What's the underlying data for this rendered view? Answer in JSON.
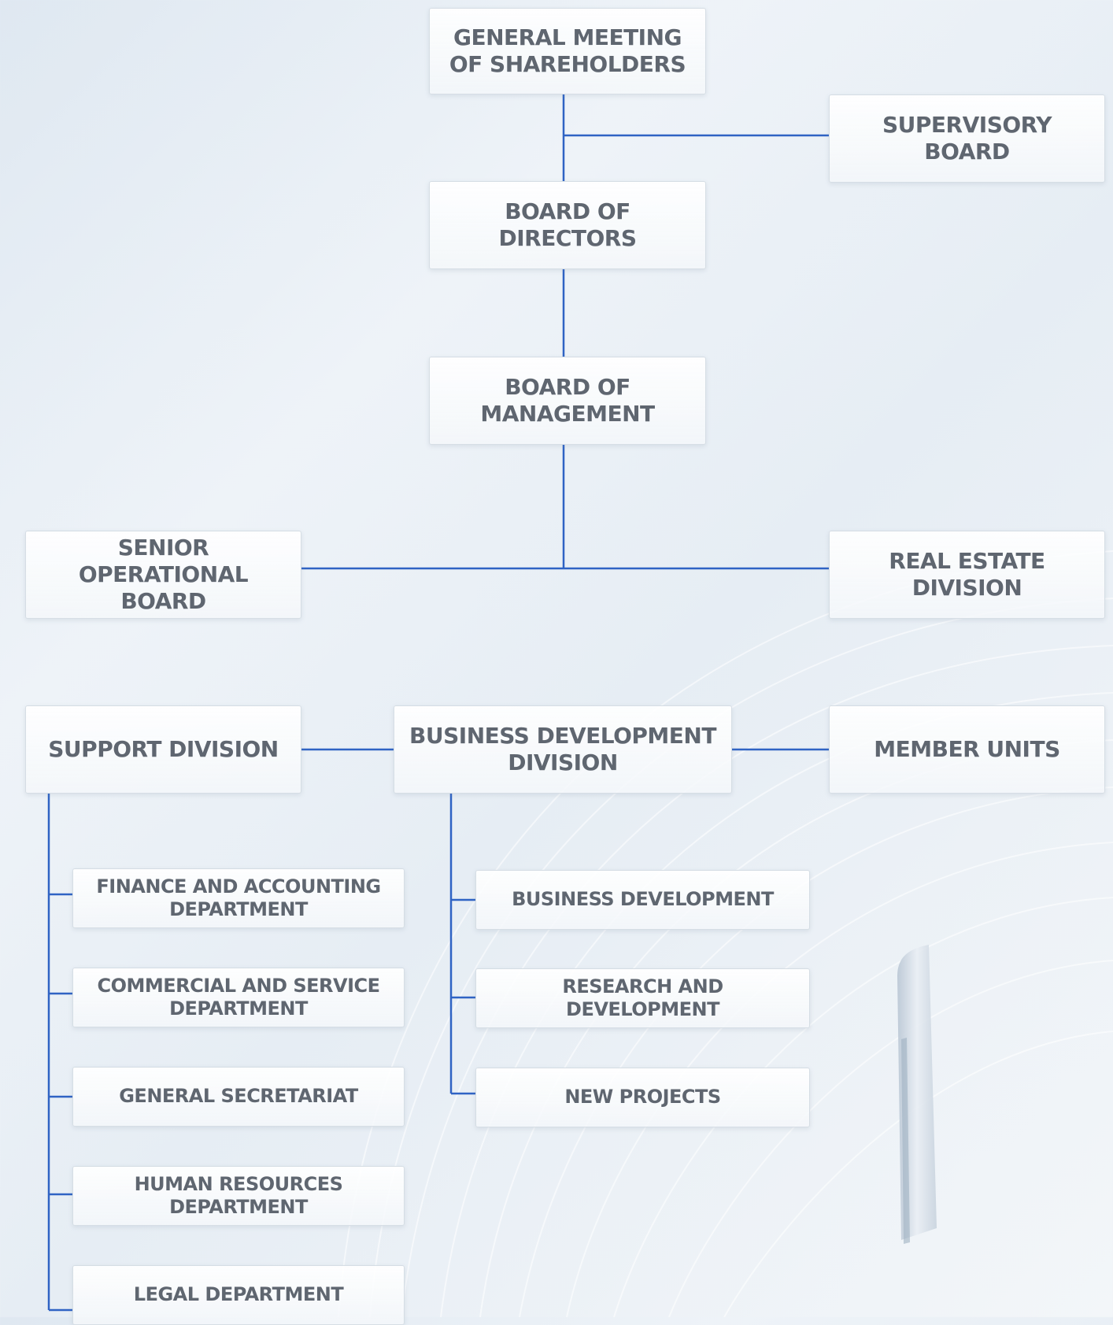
{
  "org_chart": {
    "general_meeting": "GENERAL MEETING\nOF SHAREHOLDERS",
    "supervisory_board": "SUPERVISORY\nBOARD",
    "board_of_directors": "BOARD OF\nDIRECTORS",
    "board_of_management": "BOARD OF\nMANAGEMENT",
    "senior_operational_board": "SENIOR OPERATIONAL\nBOARD",
    "real_estate_division": "REAL ESTATE\nDIVISION",
    "support_division": "SUPPORT DIVISION",
    "business_development_division": "BUSINESS DEVELOPMENT\nDIVISION",
    "member_units": "MEMBER UNITS",
    "support_departments": [
      "FINANCE AND ACCOUNTING\nDEPARTMENT",
      "COMMERCIAL AND SERVICE\nDEPARTMENT",
      "GENERAL SECRETARIAT",
      "HUMAN RESOURCES\nDEPARTMENT",
      "LEGAL DEPARTMENT"
    ],
    "business_departments": [
      "BUSINESS DEVELOPMENT",
      "RESEARCH AND DEVELOPMENT",
      "NEW PROJECTS"
    ]
  },
  "colors": {
    "connector": "#2f63c4",
    "text": "#5f6670"
  }
}
